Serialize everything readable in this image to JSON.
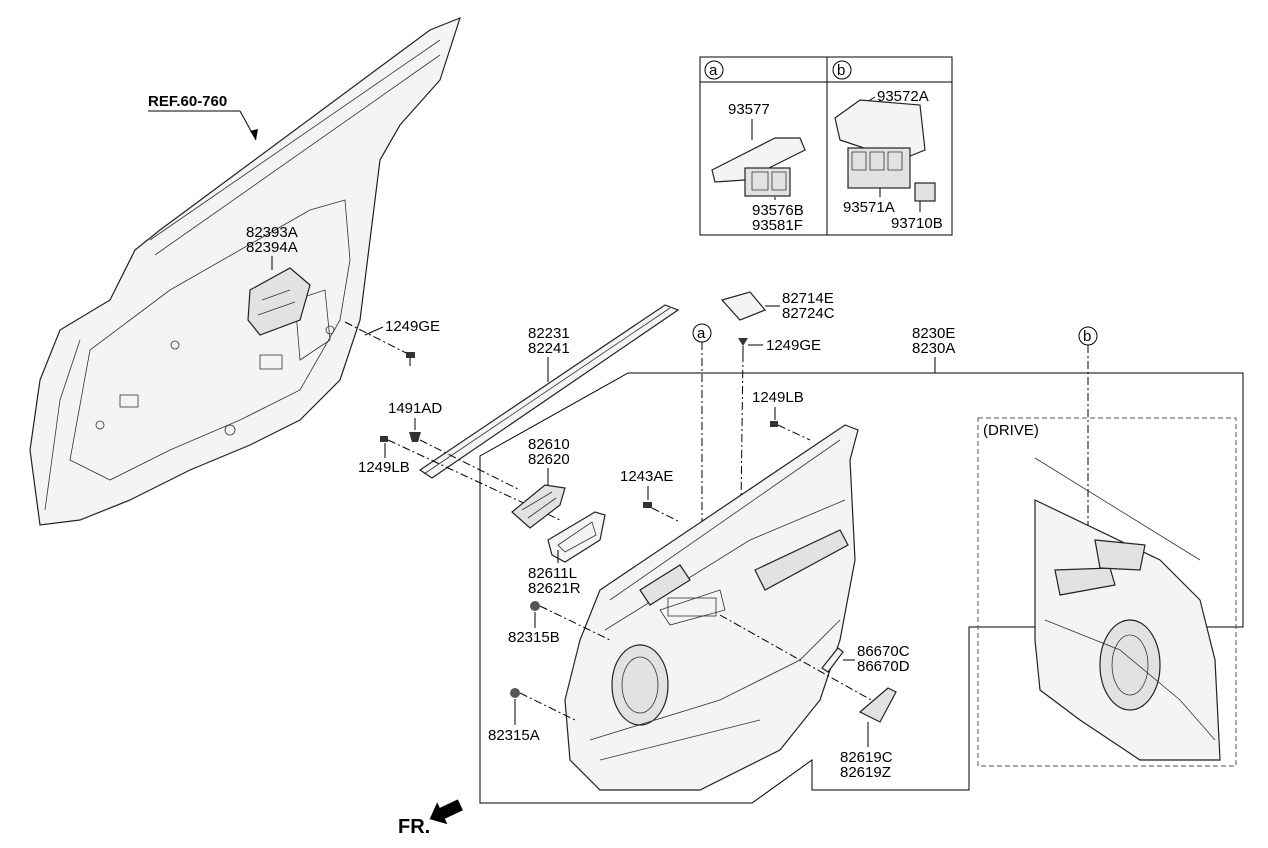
{
  "diagram": {
    "reference": "REF.60-760",
    "direction_marker": "FR.",
    "inset": {
      "title": "(DRIVE)",
      "callout": "b"
    },
    "legend_table": {
      "columns": [
        {
          "key": "a",
          "parts": [
            "93577",
            "93576B",
            "93581F"
          ]
        },
        {
          "key": "b",
          "parts": [
            "93572A",
            "93571A",
            "93710B"
          ]
        }
      ]
    },
    "callouts": {
      "a": "a",
      "b": "b"
    },
    "labels": {
      "p82393A": "82393A",
      "p82394A": "82394A",
      "p1249GE_left": "1249GE",
      "p82231": "82231",
      "p82241": "82241",
      "p82714E": "82714E",
      "p82724C": "82724C",
      "p1249GE_mid": "1249GE",
      "p8230E": "8230E",
      "p8230A": "8230A",
      "p1249LB_right": "1249LB",
      "p1491AD": "1491AD",
      "p1249LB_left": "1249LB",
      "p82610": "82610",
      "p82620": "82620",
      "p1243AE": "1243AE",
      "p82611L": "82611L",
      "p82621R": "82621R",
      "p82315B": "82315B",
      "p82315A": "82315A",
      "p86670C": "86670C",
      "p86670D": "86670D",
      "p82619C": "82619C",
      "p82619Z": "82619Z"
    }
  }
}
